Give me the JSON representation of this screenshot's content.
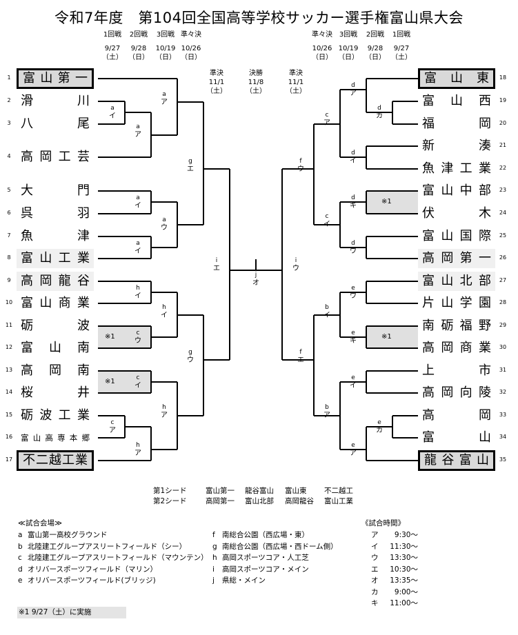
{
  "title": "令和7年度　第104回全国高等学校サッカー選手権富山県大会",
  "rounds_left": [
    {
      "name": "1回戦",
      "date": "9/27",
      "day": "（土）"
    },
    {
      "name": "2回戦",
      "date": "9/28",
      "day": "（日）"
    },
    {
      "name": "3回戦",
      "date": "10/19",
      "day": "（日）"
    },
    {
      "name": "準々決",
      "date": "10/26",
      "day": "（日）"
    }
  ],
  "rounds_right": [
    {
      "name": "準々決",
      "date": "10/26",
      "day": "（日）"
    },
    {
      "name": "3回戦",
      "date": "10/19",
      "day": "（日）"
    },
    {
      "name": "2回戦",
      "date": "9/28",
      "day": "（日）"
    },
    {
      "name": "1回戦",
      "date": "9/27",
      "day": "（土）"
    }
  ],
  "rounds_center": [
    {
      "name": "準決",
      "date": "11/1",
      "day": "（土）"
    },
    {
      "name": "決勝",
      "date": "11/8",
      "day": "（土）"
    },
    {
      "name": "準決",
      "date": "11/1",
      "day": "（土）"
    }
  ],
  "teams_left": [
    {
      "num": "1",
      "chars": [
        "富",
        "山",
        "第",
        "一"
      ],
      "seed": 1
    },
    {
      "num": "2",
      "chars": [
        "滑",
        "川"
      ],
      "seed": 0
    },
    {
      "num": "3",
      "chars": [
        "八",
        "尾"
      ],
      "seed": 0
    },
    {
      "num": "4",
      "chars": [
        "高",
        "岡",
        "工",
        "芸"
      ],
      "seed": 0
    },
    {
      "num": "5",
      "chars": [
        "大",
        "門"
      ],
      "seed": 0
    },
    {
      "num": "6",
      "chars": [
        "呉",
        "羽"
      ],
      "seed": 0
    },
    {
      "num": "7",
      "chars": [
        "魚",
        "津"
      ],
      "seed": 0
    },
    {
      "num": "8",
      "chars": [
        "富",
        "山",
        "工",
        "業"
      ],
      "seed": 2
    },
    {
      "num": "9",
      "chars": [
        "高",
        "岡",
        "龍",
        "谷"
      ],
      "seed": 2
    },
    {
      "num": "10",
      "chars": [
        "富",
        "山",
        "商",
        "業"
      ],
      "seed": 0
    },
    {
      "num": "11",
      "chars": [
        "砺",
        "波"
      ],
      "seed": 0
    },
    {
      "num": "12",
      "chars": [
        "富",
        "山",
        "南"
      ],
      "seed": 0
    },
    {
      "num": "13",
      "chars": [
        "高",
        "岡",
        "南"
      ],
      "seed": 0
    },
    {
      "num": "14",
      "chars": [
        "桜",
        "井"
      ],
      "seed": 0
    },
    {
      "num": "15",
      "chars": [
        "砺",
        "波",
        "工",
        "業"
      ],
      "seed": 0
    },
    {
      "num": "16",
      "chars": [
        "富",
        "山",
        "高",
        "専",
        "本",
        "郷"
      ],
      "seed": 0
    },
    {
      "num": "17",
      "chars": [
        "不",
        "二",
        "越",
        "工",
        "業"
      ],
      "seed": 1
    }
  ],
  "teams_right": [
    {
      "num": "18",
      "chars": [
        "富",
        "山",
        "東"
      ],
      "seed": 1
    },
    {
      "num": "19",
      "chars": [
        "富",
        "山",
        "西"
      ],
      "seed": 0
    },
    {
      "num": "20",
      "chars": [
        "福",
        "岡"
      ],
      "seed": 0
    },
    {
      "num": "21",
      "chars": [
        "新",
        "湊"
      ],
      "seed": 0
    },
    {
      "num": "22",
      "chars": [
        "魚",
        "津",
        "工",
        "業"
      ],
      "seed": 0
    },
    {
      "num": "23",
      "chars": [
        "富",
        "山",
        "中",
        "部"
      ],
      "seed": 0
    },
    {
      "num": "24",
      "chars": [
        "伏",
        "木"
      ],
      "seed": 0
    },
    {
      "num": "25",
      "chars": [
        "富",
        "山",
        "国",
        "際"
      ],
      "seed": 0
    },
    {
      "num": "26",
      "chars": [
        "高",
        "岡",
        "第",
        "一"
      ],
      "seed": 2
    },
    {
      "num": "27",
      "chars": [
        "富",
        "山",
        "北",
        "部"
      ],
      "seed": 2
    },
    {
      "num": "28",
      "chars": [
        "片",
        "山",
        "学",
        "園"
      ],
      "seed": 0
    },
    {
      "num": "29",
      "chars": [
        "南",
        "砺",
        "福",
        "野"
      ],
      "seed": 0
    },
    {
      "num": "30",
      "chars": [
        "高",
        "岡",
        "商",
        "業"
      ],
      "seed": 0
    },
    {
      "num": "31",
      "chars": [
        "上",
        "市"
      ],
      "seed": 0
    },
    {
      "num": "32",
      "chars": [
        "高",
        "岡",
        "向",
        "陵"
      ],
      "seed": 0
    },
    {
      "num": "33",
      "chars": [
        "高",
        "岡"
      ],
      "seed": 0
    },
    {
      "num": "34",
      "chars": [
        "富",
        "山"
      ],
      "seed": 0
    },
    {
      "num": "35",
      "chars": [
        "龍",
        "谷",
        "富",
        "山"
      ],
      "seed": 1
    }
  ],
  "match_labels": [
    {
      "venue": "a",
      "time": "イ"
    },
    {
      "venue": "a",
      "time": "ア"
    },
    {
      "venue": "a",
      "time": "ア"
    },
    {
      "venue": "a",
      "time": "イ"
    },
    {
      "venue": "a",
      "time": "ウ"
    },
    {
      "venue": "a",
      "time": "イ"
    },
    {
      "venue": "g",
      "time": "エ"
    },
    {
      "venue": "h",
      "time": "イ"
    },
    {
      "venue": "c",
      "time": "ウ",
      "note": "※1"
    },
    {
      "venue": "h",
      "time": "イ"
    },
    {
      "venue": "c",
      "time": "イ",
      "note": "※1"
    },
    {
      "venue": "c",
      "time": "ア"
    },
    {
      "venue": "h",
      "time": "ア"
    },
    {
      "venue": "h",
      "time": "ア"
    },
    {
      "venue": "g",
      "time": "ウ"
    },
    {
      "venue": "i",
      "time": "エ"
    },
    {
      "venue": "j",
      "time": "オ"
    },
    {
      "venue": "i",
      "time": "ウ"
    },
    {
      "venue": "d",
      "time": "カ"
    },
    {
      "venue": "d",
      "time": "ア"
    },
    {
      "venue": "d",
      "time": "イ"
    },
    {
      "venue": "c",
      "time": "ア"
    },
    {
      "venue": "d",
      "time": "キ",
      "note": "※1"
    },
    {
      "venue": "d",
      "time": "ウ"
    },
    {
      "venue": "c",
      "time": "イ"
    },
    {
      "venue": "f",
      "time": "ウ"
    },
    {
      "venue": "e",
      "time": "ウ"
    },
    {
      "venue": "e",
      "time": "キ",
      "note": "※1"
    },
    {
      "venue": "b",
      "time": "イ"
    },
    {
      "venue": "e",
      "time": "イ"
    },
    {
      "venue": "e",
      "time": "カ"
    },
    {
      "venue": "e",
      "time": "ア"
    },
    {
      "venue": "b",
      "time": "ア"
    },
    {
      "venue": "f",
      "time": "エ"
    }
  ],
  "seeds": {
    "first_label": "第1シード",
    "first": [
      "富山第一",
      "龍谷富山",
      "富山東",
      "不二越工"
    ],
    "second_label": "第2シード",
    "second": [
      "高岡第一",
      "富山北部",
      "高岡龍谷",
      "富山工業"
    ]
  },
  "venues": {
    "heading": "≪試合会場≫",
    "items": [
      {
        "key": "a",
        "name": "富山第一高校グラウンド"
      },
      {
        "key": "b",
        "name": "北陸建工グループアスリートフィールド（シー）"
      },
      {
        "key": "c",
        "name": "北陸建工グループアスリートフィールド（マウンテン）"
      },
      {
        "key": "d",
        "name": "オリバースポーツフィールド（マリン）"
      },
      {
        "key": "e",
        "name": "オリバースポーツフィールド(ブリッジ)"
      },
      {
        "key": "f",
        "name": "南総合公園（西広場・東）"
      },
      {
        "key": "g",
        "name": "南総合公園（西広場・西ドーム側）"
      },
      {
        "key": "h",
        "name": "高岡スポーツコア・人工芝"
      },
      {
        "key": "i",
        "name": "高岡スポーツコア・メイン"
      },
      {
        "key": "j",
        "name": "県総・メイン"
      }
    ]
  },
  "times": {
    "heading": "《試合時間》",
    "items": [
      {
        "key": "ア",
        "time": "9:30～"
      },
      {
        "key": "イ",
        "time": "11:30～"
      },
      {
        "key": "ウ",
        "time": "13:30～"
      },
      {
        "key": "エ",
        "time": "10:30～"
      },
      {
        "key": "オ",
        "time": "13:35～"
      },
      {
        "key": "カ",
        "time": "9:00～"
      },
      {
        "key": "キ",
        "time": "11:00～"
      }
    ]
  },
  "footnote": "※1  9/27（土）に実施"
}
